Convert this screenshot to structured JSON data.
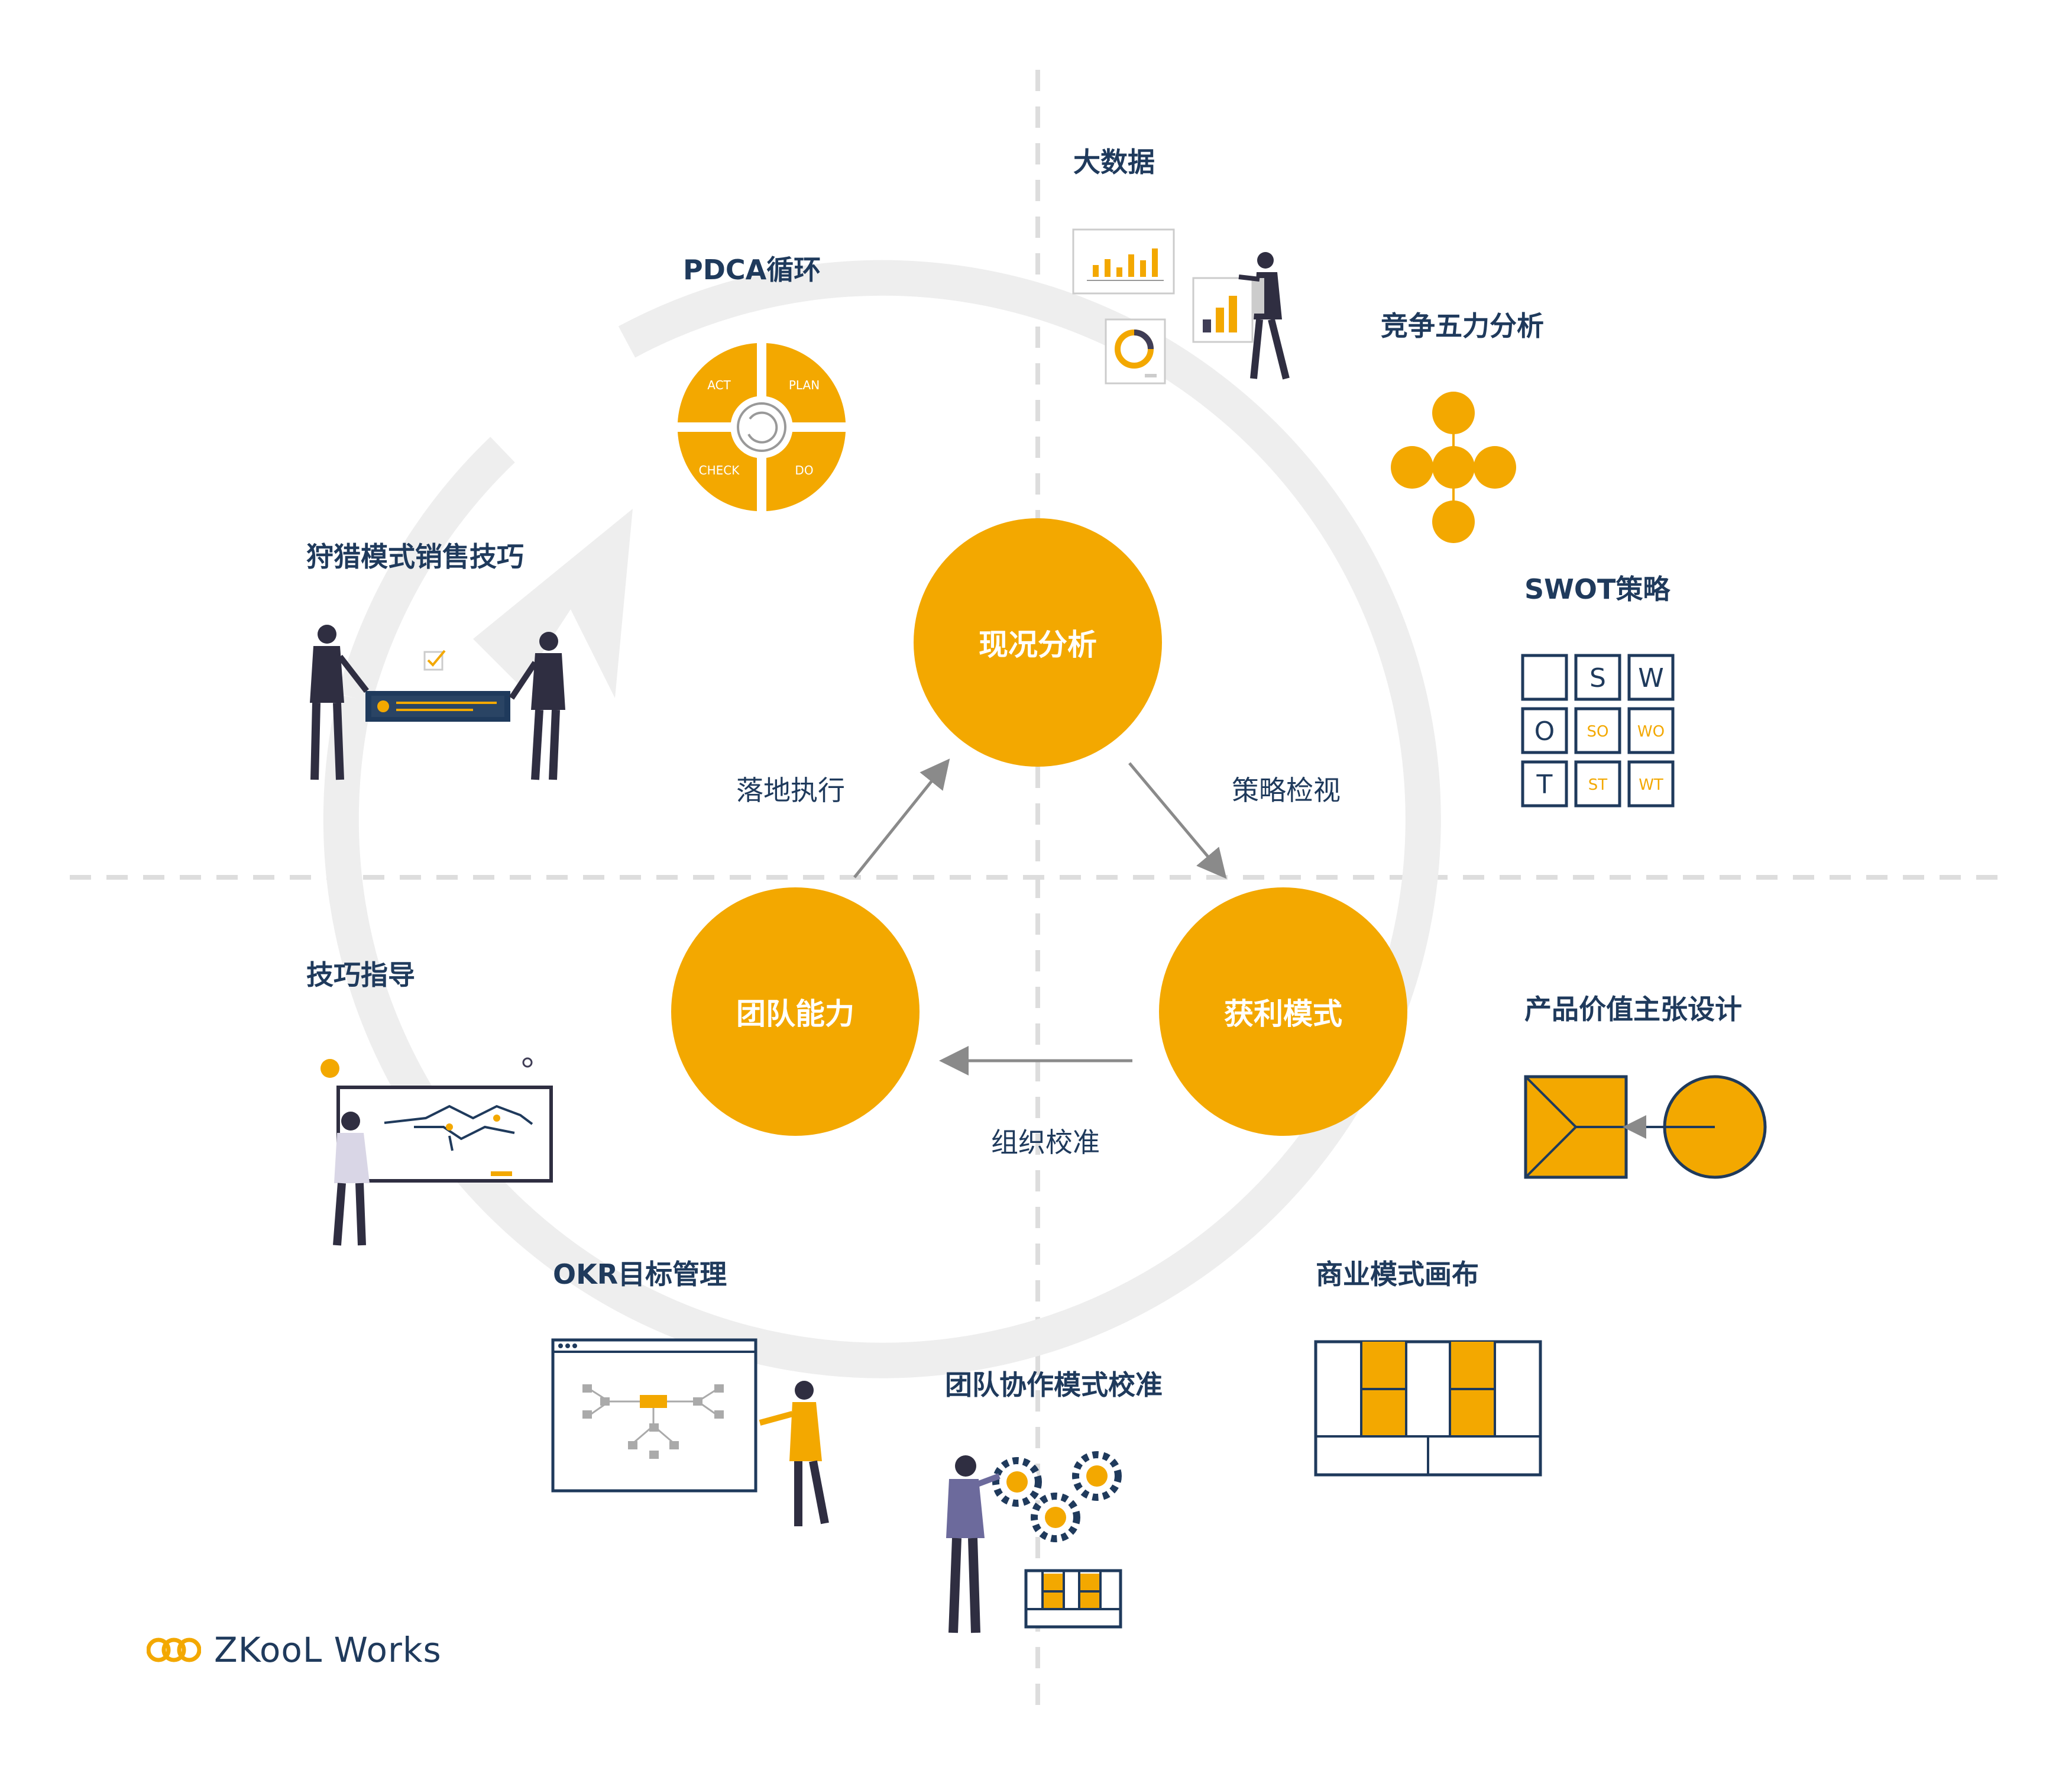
{
  "core": {
    "analysis": "现况分析",
    "profit": "获利模式",
    "team": "团队能力"
  },
  "relations": {
    "strategy_review": "策略检视",
    "org_calibration": "组织校准",
    "execution": "落地执行"
  },
  "tools": {
    "big_data": "大数据",
    "pdca": "PDCA循环",
    "five_forces": "竞争五力分析",
    "swot": "SWOT策略",
    "hunting_sales": "狩猎模式销售技巧",
    "coaching": "技巧指导",
    "value_prop": "产品价值主张设计",
    "bmc": "商业模式画布",
    "okr": "OKR目标管理",
    "team_collab": "团队协作模式校准"
  },
  "pdca_quadrants": [
    "ACT",
    "PLAN",
    "CHECK",
    "DO"
  ],
  "swot_grid": [
    "",
    "S",
    "W",
    "O",
    "SO",
    "WO",
    "T",
    "ST",
    "WT"
  ],
  "logo_text": "ZKooL Works",
  "colors": {
    "accent": "#f3a800",
    "navy": "#1f3a5c",
    "ring": "#eeeeee",
    "divider": "#dddddd",
    "arrow": "#8a8a8a"
  }
}
